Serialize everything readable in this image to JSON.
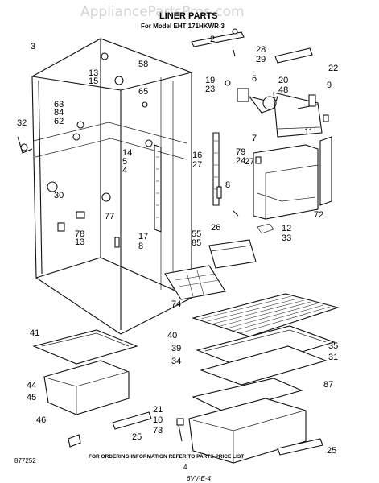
{
  "watermark": "AppliancePartsPros.com",
  "title": "LINER PARTS",
  "subtitle": "For Model EHT 171HKWR-3",
  "footer_note": "FOR ORDERING INFORMATION REFER TO PARTS PRICE LIST",
  "page_number": "4",
  "figure_code": "877252",
  "handwritten_note": "6VV-E-4",
  "callouts": [
    "3",
    "2",
    "28",
    "29",
    "22",
    "58",
    "13",
    "15",
    "65",
    "19",
    "23",
    "6",
    "20",
    "48",
    "9",
    "63",
    "84",
    "62",
    "32",
    "14",
    "5",
    "4",
    "16",
    "27",
    "79",
    "24",
    "7",
    "11",
    "30",
    "8",
    "77",
    "78",
    "13",
    "17",
    "8",
    "26",
    "12",
    "33",
    "72",
    "55",
    "85",
    "74",
    "41",
    "40",
    "39",
    "35",
    "31",
    "34",
    "44",
    "45",
    "87",
    "21",
    "10",
    "73",
    "46",
    "25",
    "25"
  ]
}
